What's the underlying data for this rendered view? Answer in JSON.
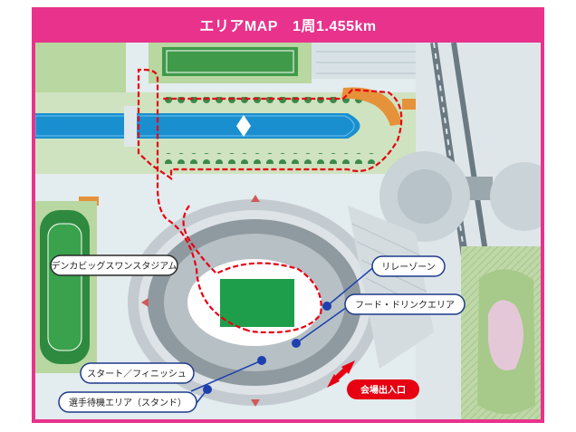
{
  "header": {
    "title": "エリアMAP　1周1.455km"
  },
  "map": {
    "labels": {
      "stadium": "デンカビッグスワンスタジアム",
      "relay_zone": "リレーゾーン",
      "food_drink": "フード・ドリンクエリア",
      "start_finish": "スタート／フィニッシュ",
      "waiting_area": "選手待機エリア（スタンド）",
      "entrance": "会場出入口"
    },
    "colors": {
      "frame": "#e8328c",
      "course": "#e60012",
      "label_border": "#1e3a8a",
      "marker": "#1e40af",
      "entrance_badge": "#e60012",
      "water": "#1a8fd0",
      "pitch": "#1e9e4a"
    }
  }
}
